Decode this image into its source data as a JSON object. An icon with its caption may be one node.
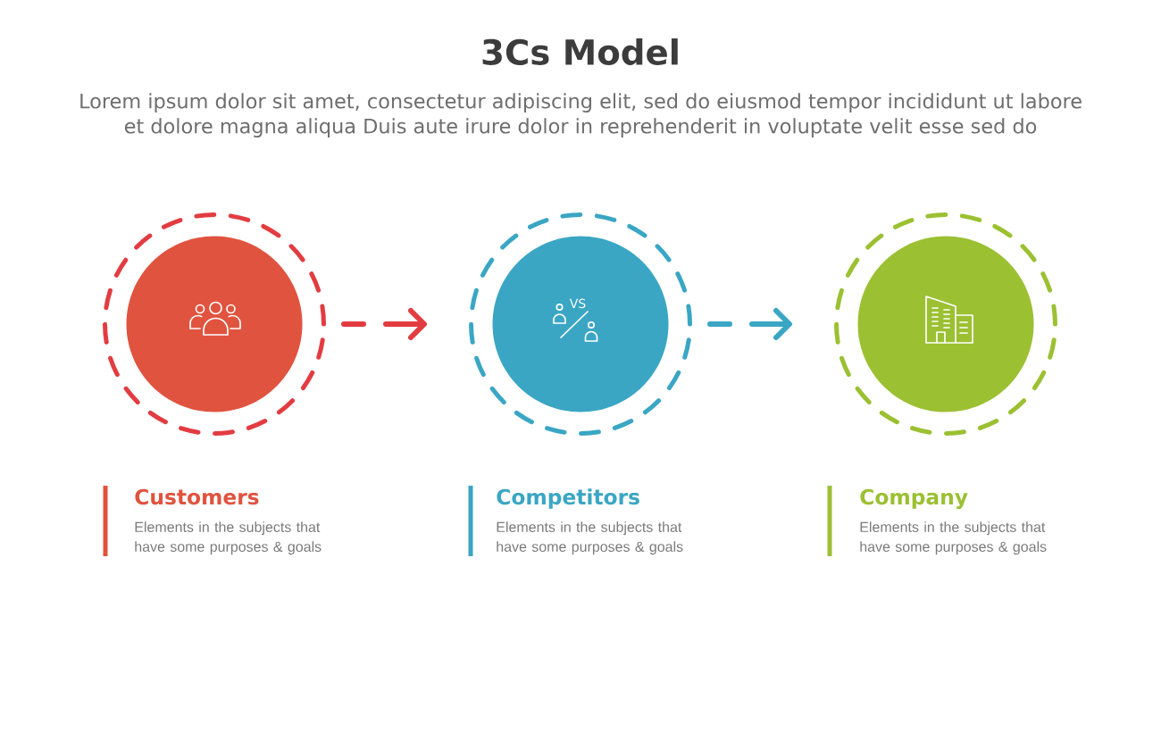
{
  "diagram": {
    "title": "3Cs Model",
    "nodes": [
      {
        "text": [],
        "shape": "circle",
        "beside": [
          "Customers",
          "Elements in the subjects that have some purposes & goals"
        ]
      },
      {
        "text": [
          "VS"
        ],
        "beside": [
          "Competitors",
          "Elements in the subjects that have some purposes & goals"
        ]
      },
      {
        "text": [],
        "shape": "circle",
        "beside": [
          "Company",
          "Elements in the subjects that have some purposes & goals"
        ]
      }
    ],
    "edges": [
      {
        "from": 0,
        "to": 1,
        "arrow": "to",
        "style": "dashed",
        "color": "#e23c41"
      },
      {
        "from": 1,
        "to": 2,
        "arrow": "to",
        "style": "dashed",
        "color": "#3aa6c4"
      }
    ],
    "labels": [
      "Lorem ipsum dolor sit amet, consectetur adipiscing elit, sed do eiusmod tempor incididunt ut labore et dolore magna aliqua Duis aute irure dolor in reprehenderit in voluptate velit esse sed do"
    ]
  }
}
